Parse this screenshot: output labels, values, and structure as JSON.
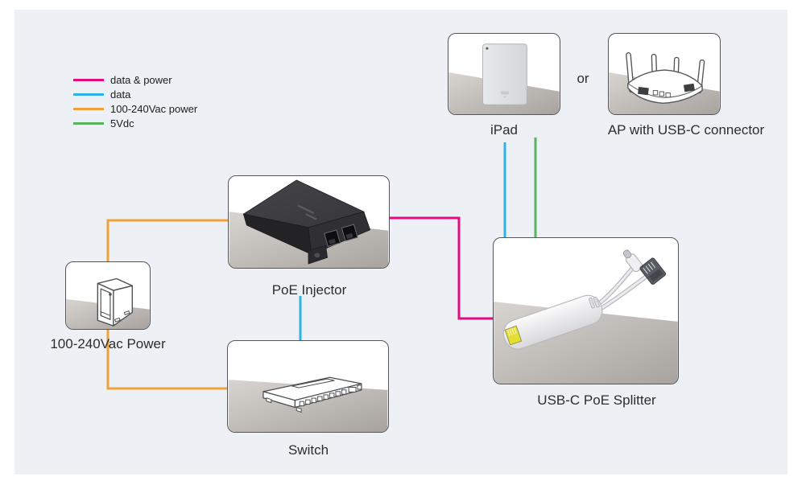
{
  "colors": {
    "panel_background": "#edf1f6",
    "data_and_power": "#e40b7f",
    "data": "#2eb2e5",
    "ac_power": "#f0a139",
    "dc_5v": "#57b55f"
  },
  "legend": {
    "items": [
      {
        "label": "data & power",
        "color": "#e40b7f"
      },
      {
        "label": "data",
        "color": "#2eb2e5"
      },
      {
        "label": "100-240Vac power",
        "color": "#f0a139"
      },
      {
        "label": "5Vdc",
        "color": "#57b55f"
      }
    ]
  },
  "or_label": "or",
  "nodes": {
    "ipad": {
      "label": "iPad"
    },
    "ap": {
      "label": "AP with USB-C connector"
    },
    "injector": {
      "label": "PoE Injector"
    },
    "power": {
      "label": "100-240Vac Power"
    },
    "switch": {
      "label": "Switch"
    },
    "splitter": {
      "label": "USB-C PoE Splitter"
    }
  },
  "connections": [
    {
      "from": "100-240Vac Power",
      "to": "PoE Injector",
      "type": "100-240Vac power",
      "color": "#f0a139"
    },
    {
      "from": "100-240Vac Power",
      "to": "Switch",
      "type": "100-240Vac power",
      "color": "#f0a139"
    },
    {
      "from": "PoE Injector",
      "to": "Switch",
      "type": "data",
      "color": "#2eb2e5"
    },
    {
      "from": "PoE Injector",
      "to": "USB-C PoE Splitter",
      "type": "data & power",
      "color": "#e40b7f"
    },
    {
      "from": "USB-C PoE Splitter",
      "to": "iPad / AP",
      "type": "data",
      "color": "#2eb2e5"
    },
    {
      "from": "USB-C PoE Splitter",
      "to": "iPad / AP",
      "type": "5Vdc",
      "color": "#57b55f"
    }
  ]
}
